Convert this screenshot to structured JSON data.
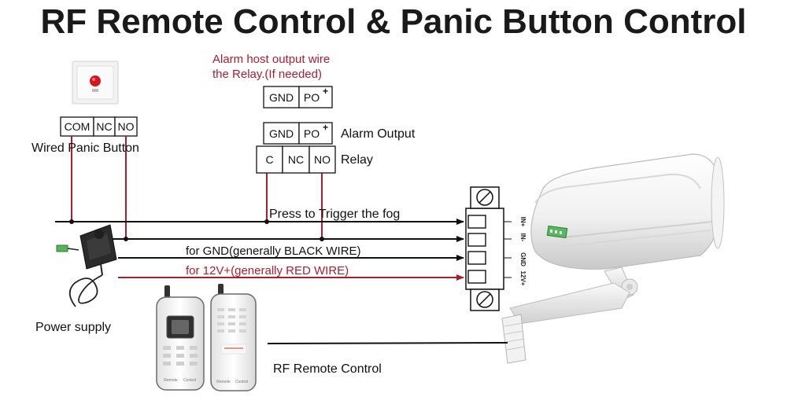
{
  "title": "RF Remote Control & Panic Button Control",
  "panic_button": {
    "terminals": [
      "COM",
      "NC",
      "NO"
    ],
    "label": "Wired Panic Button"
  },
  "alarm_host": {
    "note_line1": "Alarm host output wire",
    "note_line2": "the Relay.(If needed)",
    "terminals": [
      "GND",
      "PO"
    ],
    "plus": "+"
  },
  "alarm_output": {
    "terminals": [
      "GND",
      "PO"
    ],
    "plus": "+",
    "label": "Alarm Output"
  },
  "relay": {
    "terminals": [
      "C",
      "NC",
      "NO"
    ],
    "label": "Relay"
  },
  "wires": {
    "trigger": "Press to Trigger the fog",
    "gnd": "for GND(generally BLACK WIRE)",
    "v12": "for 12V+(generally RED WIRE)"
  },
  "terminal_block": {
    "side_labels": [
      "IN+",
      "IN-",
      "GND",
      "12V+"
    ]
  },
  "power_supply": {
    "label": "Power supply"
  },
  "rf_remote": {
    "label": "RF Remote Control",
    "button_labels": [
      "Remote",
      "Control"
    ]
  },
  "colors": {
    "red_wire": "#b01c2e",
    "black_wire": "#111111",
    "panic_button_red": "#d8141e"
  }
}
